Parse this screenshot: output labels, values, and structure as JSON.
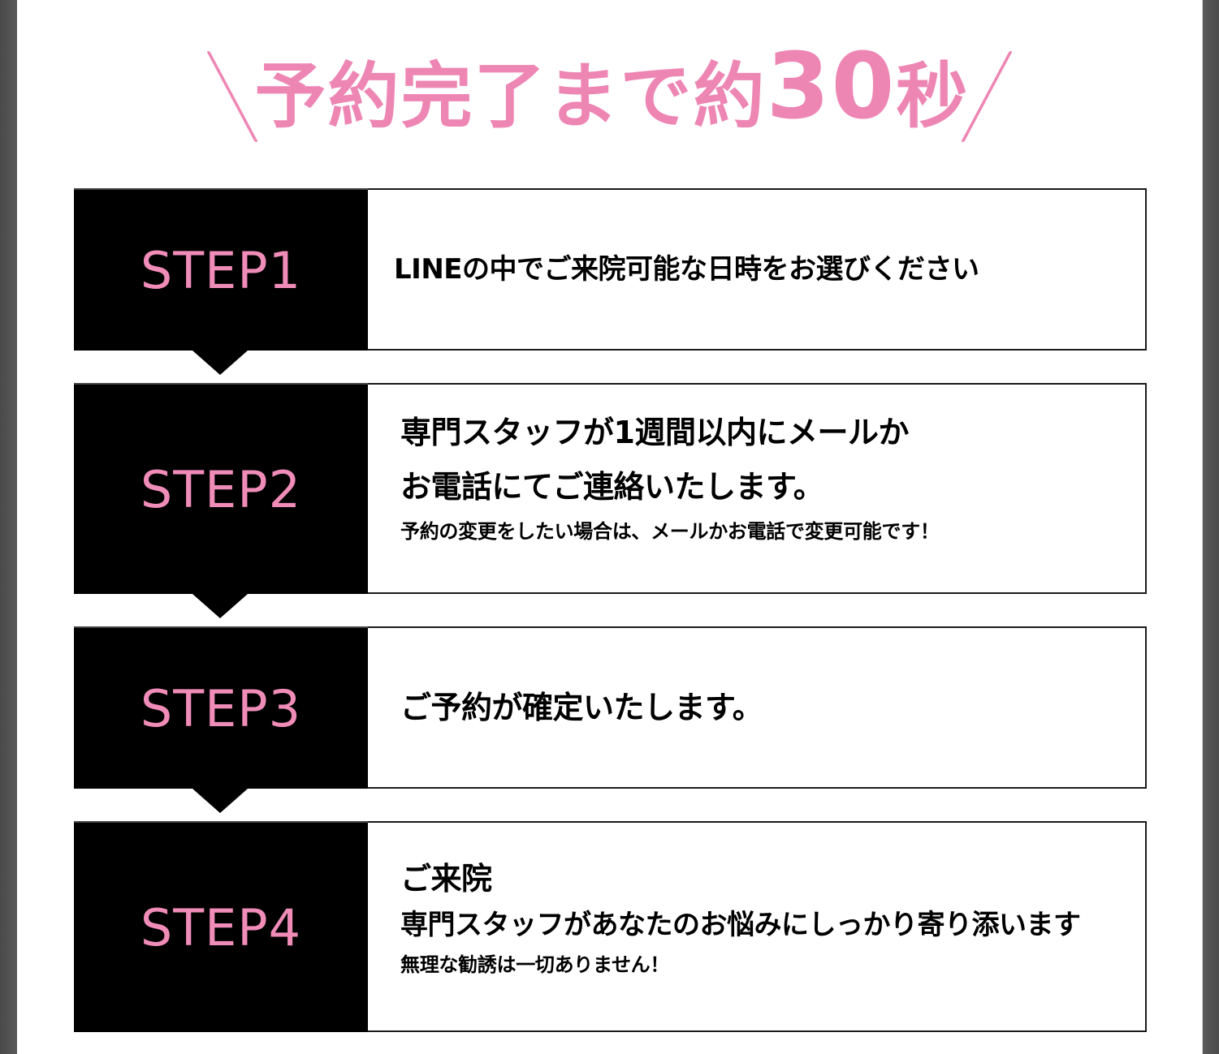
{
  "colors": {
    "accent_pink": "#ee86b4",
    "label_bg": "#000000",
    "frame": "#555555",
    "content_bg": "#ffffff"
  },
  "headline": {
    "decor_left": "slash-left",
    "text": "予約完了まで約",
    "number": "30",
    "unit": "秒",
    "decor_right": "slash-right"
  },
  "steps": [
    {
      "label": "STEP1",
      "lines": [
        "LINEの中でご来院可能な日時をお選びください"
      ]
    },
    {
      "label": "STEP2",
      "lines": [
        "専門スタッフが1週間以内にメールか",
        "お電話にてご連絡いたします。"
      ],
      "note": "予約の変更をしたい場合は、メールかお電話で変更可能です！"
    },
    {
      "label": "STEP3",
      "lines": [
        "ご予約が確定いたします。"
      ]
    },
    {
      "label": "STEP4",
      "lines": [
        "ご来院"
      ],
      "sub": "専門スタッフがあなたのお悩みにしっかり寄り添います",
      "note": "無理な勧誘は一切ありません！"
    }
  ]
}
